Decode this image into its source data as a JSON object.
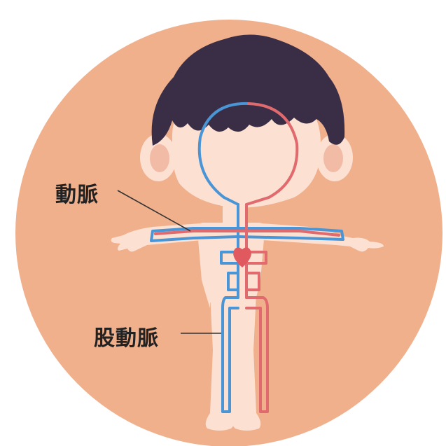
{
  "labels": {
    "artery": "動脈",
    "femoral_artery": "股動脈"
  },
  "colors": {
    "background_circle": "#F0B08C",
    "skin": "#FCE0D2",
    "ear_inner": "#F2BBA6",
    "hair": "#3A2E47",
    "artery": "#E06A6E",
    "vein": "#4A95D6",
    "heart": "#E0595F",
    "leader_line": "#333333"
  },
  "icons": [
    "circulatory-system-child-illustration",
    "heart-icon"
  ]
}
